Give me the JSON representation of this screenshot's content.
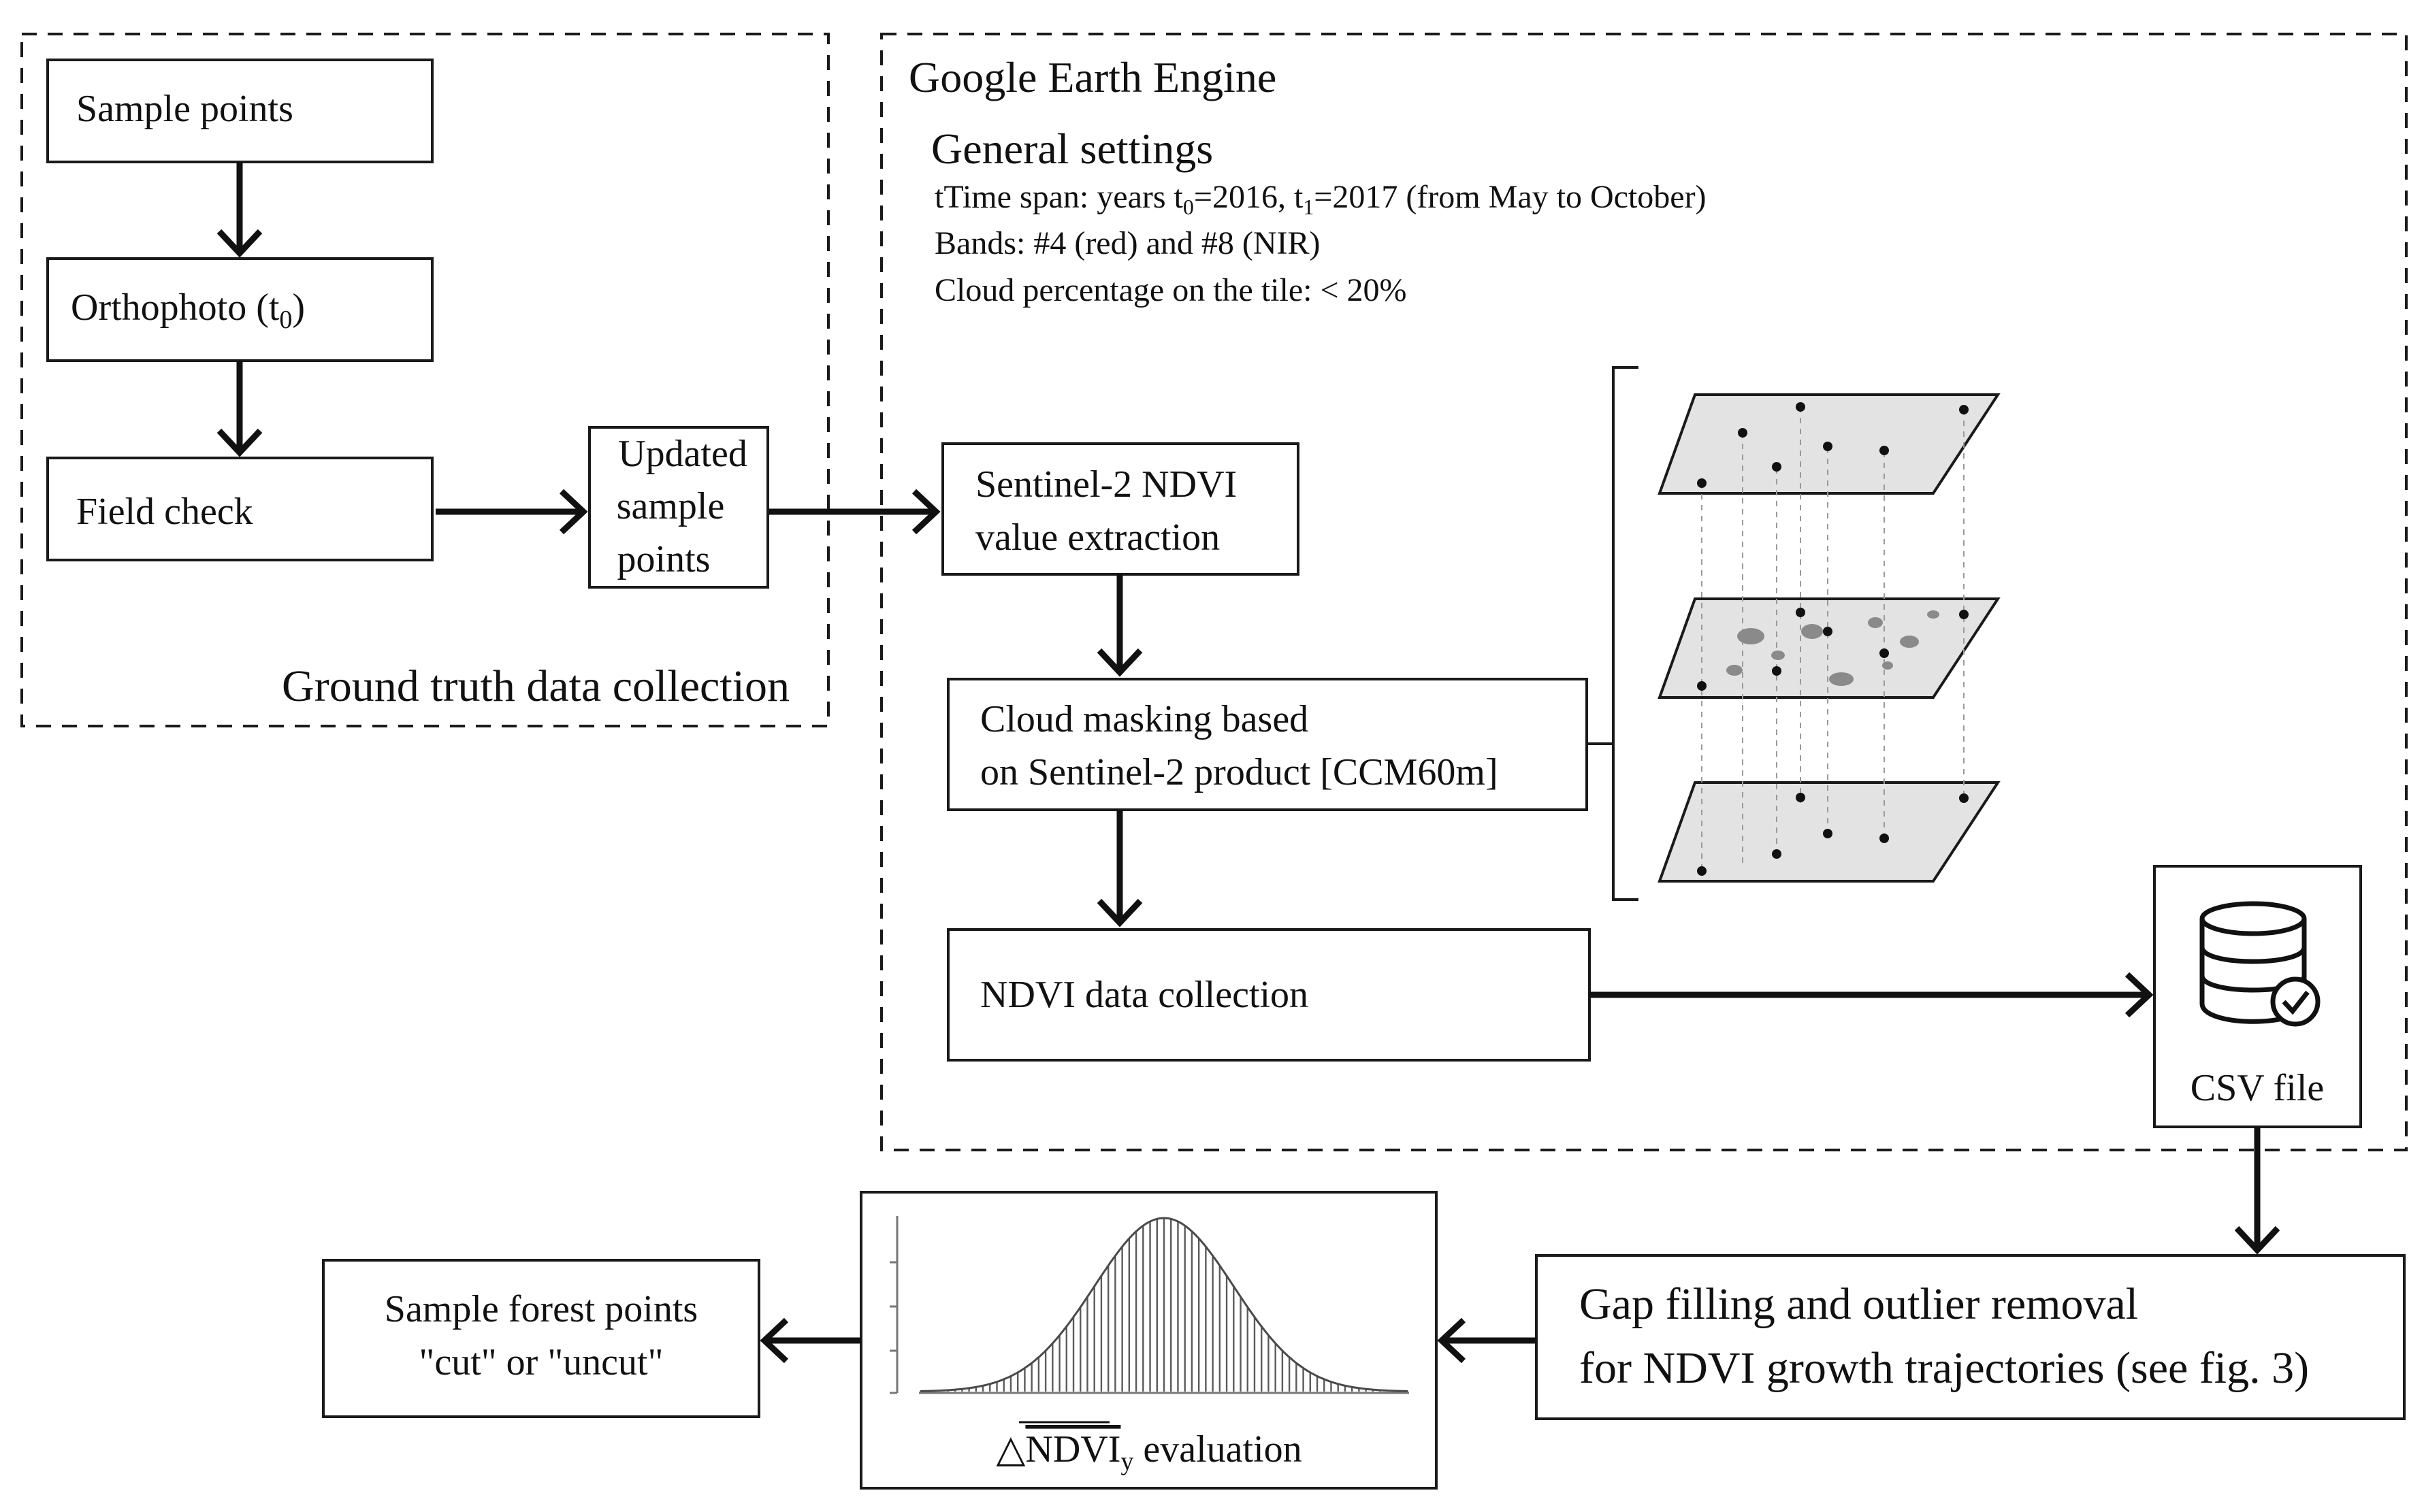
{
  "groups": {
    "ground_truth_label": "Ground truth data collection",
    "gee_label": "Google Earth Engine"
  },
  "ground_truth": {
    "sample_points": "Sample points",
    "orthophoto": "Orthophoto (t",
    "orthophoto_sub": "0",
    "orthophoto_close": ")",
    "field_check": "Field check",
    "updated_line1": "Updated",
    "updated_line2": "sample",
    "updated_line3": "points"
  },
  "general_settings": {
    "heading": "General settings",
    "span_a": "tTime span: years t",
    "span_sub0": "0",
    "span_b": "=2016, t",
    "span_sub1": "1",
    "span_c": "=2017 (from May to October)",
    "bands": "Bands: #4 (red) and #8 (NIR)",
    "cloud": "Cloud percentage on the tile: < 20%"
  },
  "gee_steps": {
    "extraction_line1": "Sentinel-2 NDVI",
    "extraction_line2": "value extraction",
    "masking_line1": "Cloud masking based",
    "masking_line2": "on Sentinel-2 product [CCM60m]",
    "collection": "NDVI data collection"
  },
  "output": {
    "csv": "CSV file",
    "gap_line1": "Gap filling and outlier removal",
    "gap_line2": "for NDVI growth trajectories (see fig. 3)",
    "eval_prefix": "△",
    "eval_ndvi": "NDVI",
    "eval_sub": "y",
    "eval_suffix": " evaluation",
    "final_line1": "Sample forest points",
    "final_line2": "\"cut\" or \"uncut\""
  },
  "icons": {
    "database": "database-check-icon",
    "tiles": "satellite-tile-stack",
    "histogram": "histogram-bell-curve"
  },
  "histogram": {
    "mean": 0,
    "sd": 1,
    "bar_count": 71,
    "range": [
      -3.5,
      3.5
    ]
  }
}
